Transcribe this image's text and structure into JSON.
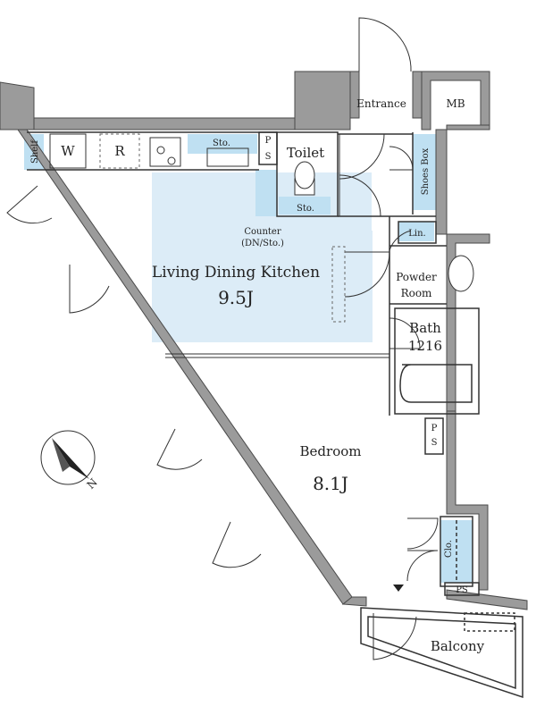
{
  "colors": {
    "wall": "#9b9b9b",
    "wall_edge": "#4a4a4a",
    "floor_highlight": "#dcecf7",
    "storage_fill": "#bfe0f2",
    "line": "#333333"
  },
  "rooms": {
    "entrance": "Entrance",
    "mb": "MB",
    "shelf": "Shelf",
    "washer": "W",
    "fridge": "R",
    "storage_kitchen": "Sto.",
    "ps_top": "P\nS",
    "toilet": "Toilet",
    "storage_toilet": "Sto.",
    "shoes_box": "Shoes Box",
    "linen": "Lin.",
    "counter": "Counter",
    "counter_note": "(DN/Sto.)",
    "ldk": "Living Dining Kitchen",
    "ldk_area": "9.5J",
    "powder_room_1": "Powder",
    "powder_room_2": "Room",
    "bath": "Bath",
    "bath_size": "1216",
    "ps_mid": "P\nS",
    "bedroom": "Bedroom",
    "bedroom_area": "8.1J",
    "closet": "Clo.",
    "ps_bottom": "PS",
    "balcony": "Balcony"
  },
  "compass": {
    "letter": "N",
    "icon": "north-arrow-icon"
  }
}
